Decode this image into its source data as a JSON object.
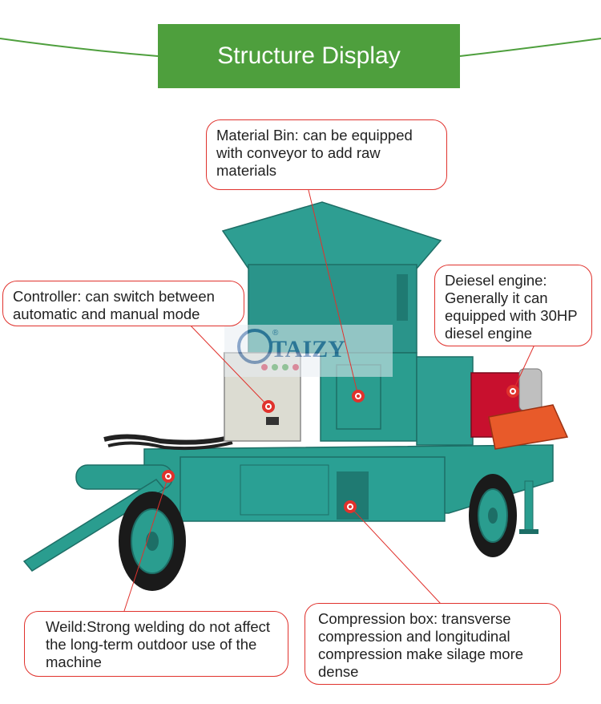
{
  "title": "Structure Display",
  "brand": {
    "logo_text": "TAIZY",
    "registered_mark": "®"
  },
  "colors": {
    "title_bg": "#4e9f3d",
    "callout_border": "#e0322d",
    "machine": "#2a9d8f",
    "engine": "#c8102e",
    "belt_cover": "#e85a2a"
  },
  "callouts": [
    {
      "id": "material-bin",
      "text": "Material Bin: can be equipped with conveyor to add raw materials"
    },
    {
      "id": "controller",
      "text": "Controller: can switch between automatic and manual mode"
    },
    {
      "id": "engine",
      "text": "Deiesel engine: Generally it can equipped with 30HP diesel engine"
    },
    {
      "id": "weld",
      "text": "Weild:Strong welding do not affect the long-term outdoor use of the machine"
    },
    {
      "id": "compression",
      "text": "Compression box: transverse compression and longitudinal compression make silage more dense"
    }
  ]
}
